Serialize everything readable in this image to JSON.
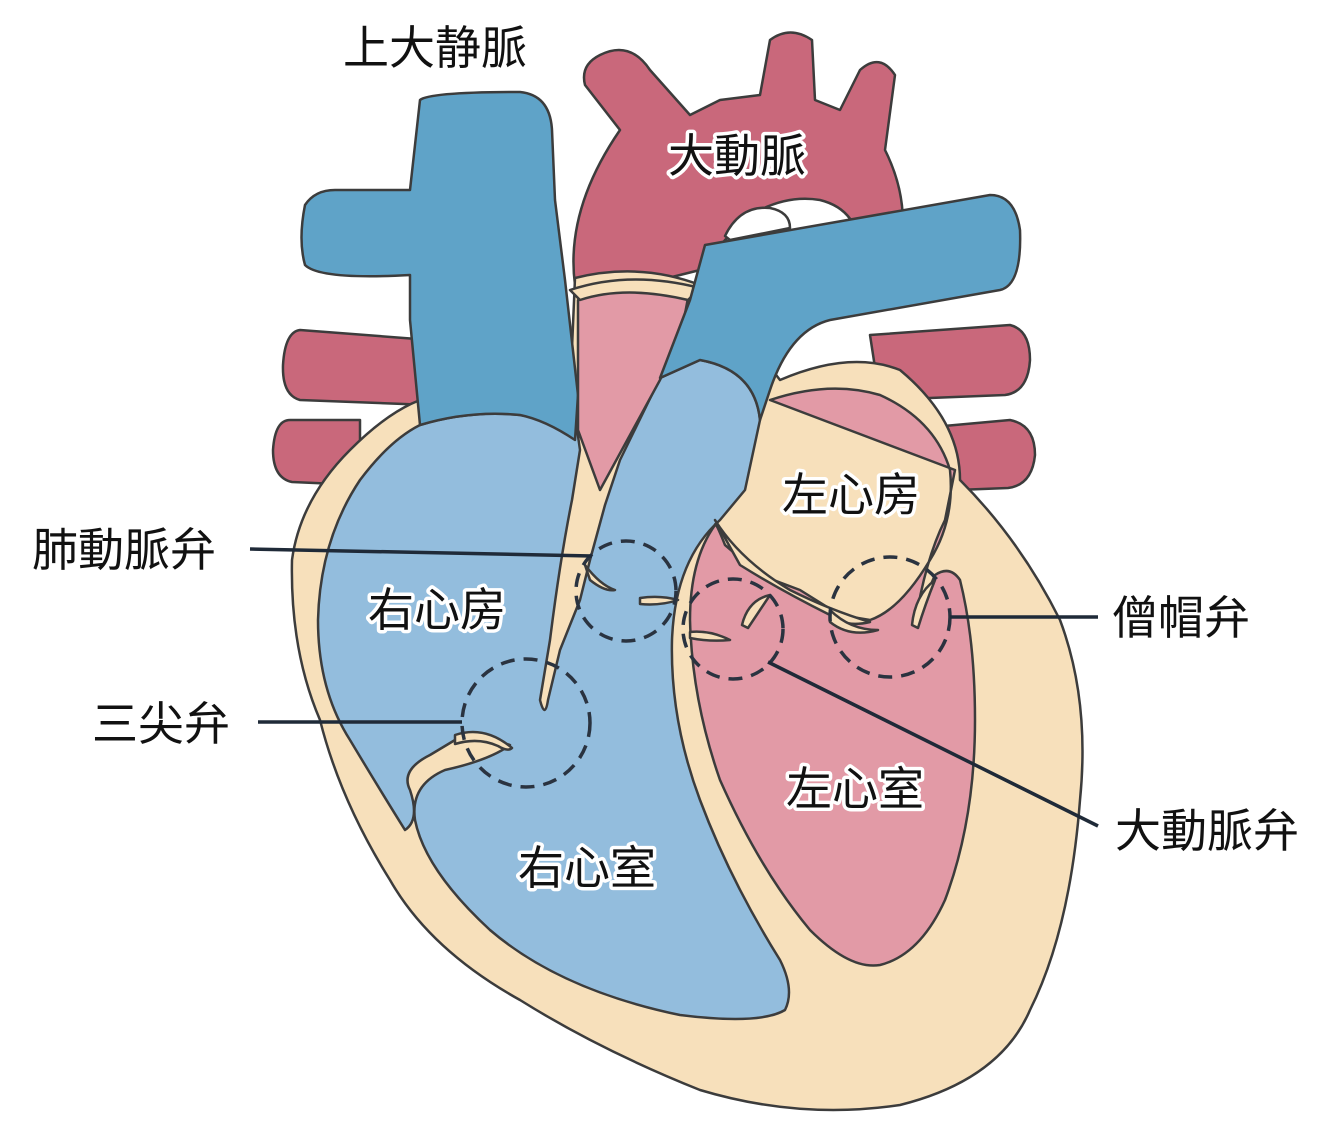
{
  "labels": {
    "superior_vena_cava": "上大静脈",
    "aorta": "大動脈",
    "pulmonary_valve": "肺動脈弁",
    "right_atrium": "右心房",
    "left_atrium": "左心房",
    "mitral_valve": "僧帽弁",
    "tricuspid_valve": "三尖弁",
    "left_ventricle": "左心室",
    "aortic_valve": "大動脈弁",
    "right_ventricle": "右心室"
  },
  "colors": {
    "vein_blue": "#5fa3c8",
    "chamber_blue": "#93bddd",
    "artery_red": "#c9687b",
    "chamber_pink": "#e29aa6",
    "wall_cream": "#f7e0bb",
    "outline": "#3c3c3c"
  }
}
